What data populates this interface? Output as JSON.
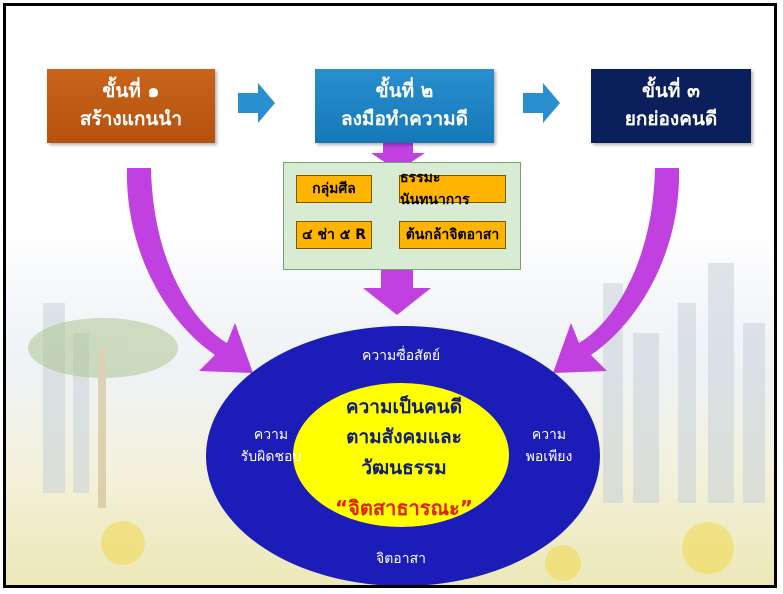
{
  "steps": [
    {
      "line1": "ขั้นที่ ๑",
      "line2": "สร้างแกนนำ",
      "color": "#b5520e"
    },
    {
      "line1": "ขั้นที่ ๒",
      "line2": "ลงมือทำความดี",
      "color": "#1578b8"
    },
    {
      "line1": "ขั้นที่ ๓",
      "line2": "ยกย่องคนดี",
      "color": "#0b1f5c"
    }
  ],
  "activities": [
    "กลุ่มศีล",
    "ธรรมะนันทนาการ",
    "๔ ช่า ๕ R",
    "ต้นกล้าจิตอาสา"
  ],
  "outer_values": {
    "top": "ความซื่อสัตย์",
    "left_line1": "ความ",
    "left_line2": "รับผิดชอบ",
    "right_line1": "ความ",
    "right_line2": "พอเพียง",
    "bottom": "จิตอาสา"
  },
  "center": {
    "line1": "ความเป็นคนดี",
    "line2": "ตามสังคมและ",
    "line3": "วัฒนธรรม",
    "quote": "“จิตสาธารณะ”"
  },
  "colors": {
    "arrow_blue": "#2a8fcf",
    "arrow_purple": "#c040e0",
    "outer_ellipse": "#1c1cb8",
    "inner_ellipse": "#ffff00",
    "activity_box": "#ffb400"
  }
}
